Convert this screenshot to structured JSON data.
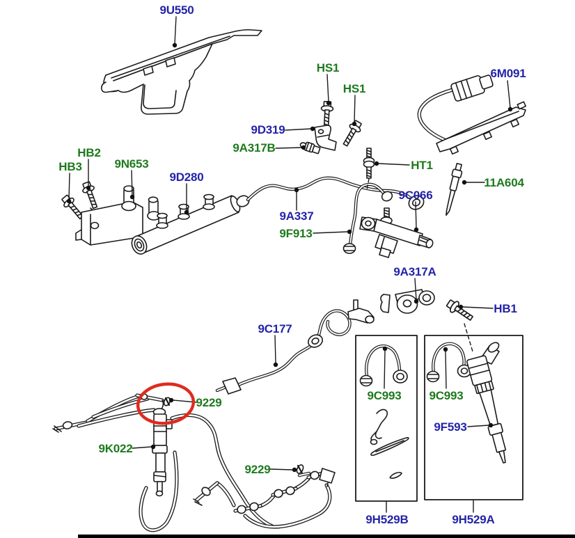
{
  "diagram": {
    "type": "exploded-parts-diagram",
    "subject": "fuel injection system components",
    "colors": {
      "background": "#ffffff",
      "line": "#1a1a1a",
      "label_navy": "#2323a8",
      "label_green": "#1d7a1d",
      "highlight_red": "#df2b1e",
      "bottom_bar": "#000000"
    },
    "highlight": {
      "shape": "red-ellipse",
      "around_part": "9229"
    },
    "parts": [
      {
        "label": "9U550",
        "color": "navy"
      },
      {
        "label": "HS1",
        "color": "green"
      },
      {
        "label": "HS1",
        "color": "green"
      },
      {
        "label": "9D319",
        "color": "navy"
      },
      {
        "label": "9A317B",
        "color": "green"
      },
      {
        "label": "HB2",
        "color": "green"
      },
      {
        "label": "HB3",
        "color": "green"
      },
      {
        "label": "9N653",
        "color": "green"
      },
      {
        "label": "9D280",
        "color": "navy"
      },
      {
        "label": "HT1",
        "color": "green"
      },
      {
        "label": "6M091",
        "color": "navy"
      },
      {
        "label": "11A604",
        "color": "green"
      },
      {
        "label": "9A337",
        "color": "navy"
      },
      {
        "label": "9F913",
        "color": "green"
      },
      {
        "label": "9C066",
        "color": "navy"
      },
      {
        "label": "9A317A",
        "color": "navy"
      },
      {
        "label": "HB1",
        "color": "navy"
      },
      {
        "label": "9C177",
        "color": "navy"
      },
      {
        "label": "9229",
        "color": "green"
      },
      {
        "label": "9K022",
        "color": "green"
      },
      {
        "label": "9229",
        "color": "green"
      },
      {
        "label": "9C993",
        "color": "green"
      },
      {
        "label": "9H529B",
        "color": "navy"
      },
      {
        "label": "9C993",
        "color": "green"
      },
      {
        "label": "9F593",
        "color": "navy"
      },
      {
        "label": "9H529A",
        "color": "navy"
      }
    ],
    "boxed_groups": [
      {
        "box_label": "9H529B",
        "part_labels": [
          "9C993"
        ]
      },
      {
        "box_label": "9H529A",
        "part_labels": [
          "9C993",
          "9F593"
        ]
      }
    ]
  }
}
